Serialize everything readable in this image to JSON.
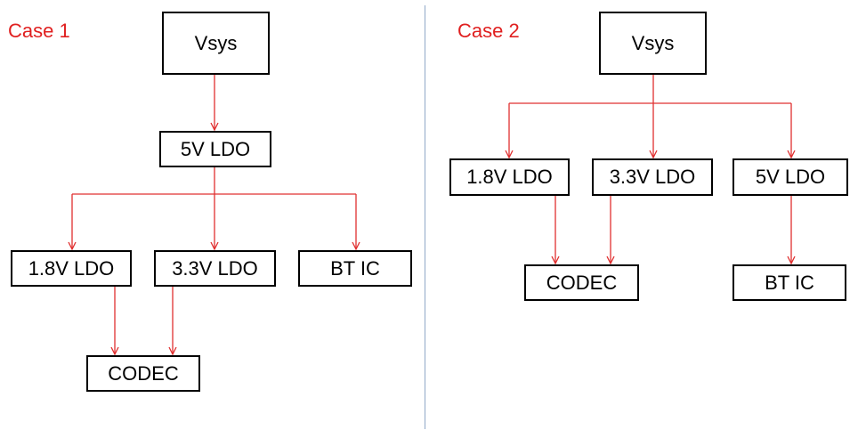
{
  "colors": {
    "connector": "#e03030",
    "label": "#e02020",
    "box_border": "#000000",
    "divider": "#8fa8c8"
  },
  "case1": {
    "label": "Case 1",
    "vsys": "Vsys",
    "ldo_5v": "5V LDO",
    "ldo_1_8v": "1.8V LDO",
    "ldo_3_3v": "3.3V LDO",
    "bt_ic": "BT IC",
    "codec": "CODEC"
  },
  "case2": {
    "label": "Case 2",
    "vsys": "Vsys",
    "ldo_1_8v": "1.8V LDO",
    "ldo_3_3v": "3.3V LDO",
    "ldo_5v": "5V LDO",
    "codec": "CODEC",
    "bt_ic": "BT IC"
  }
}
